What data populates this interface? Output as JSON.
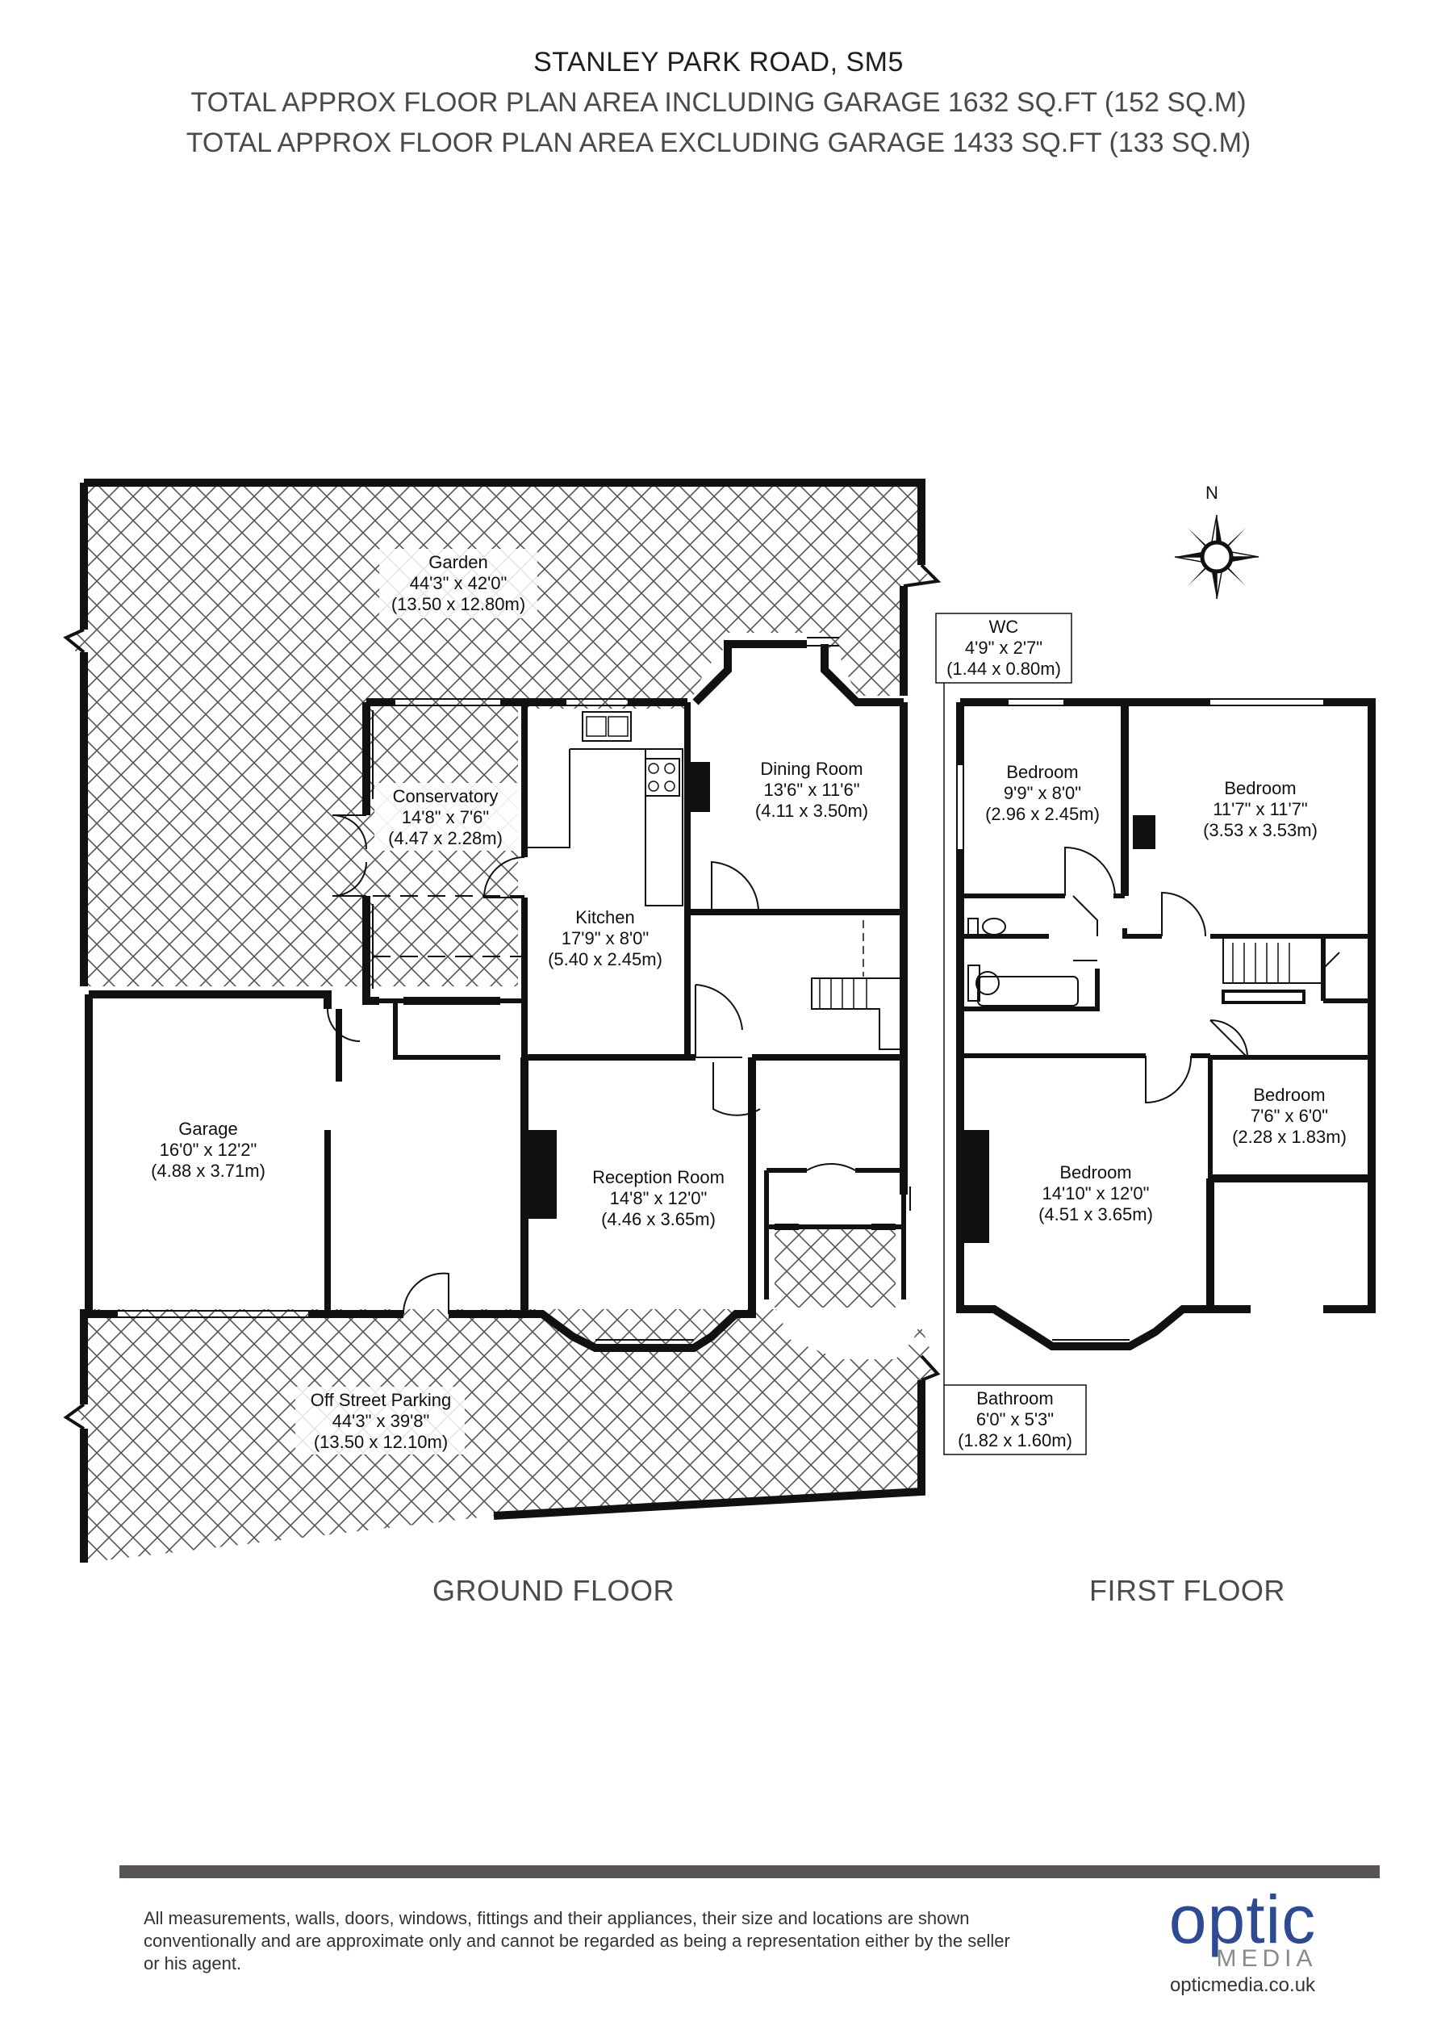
{
  "header": {
    "address": "STANLEY PARK ROAD, SM5",
    "area_including": "TOTAL APPROX FLOOR PLAN AREA INCLUDING GARAGE 1632 SQ.FT (152 SQ.M)",
    "area_excluding": "TOTAL APPROX FLOOR PLAN AREA EXCLUDING GARAGE 1433 SQ.FT (133 SQ.M)"
  },
  "compass": {
    "north": "N"
  },
  "rooms": {
    "garden": {
      "name": "Garden",
      "imperial": "44'3\" x 42'0\"",
      "metric": "(13.50 x 12.80m)"
    },
    "conservatory": {
      "name": "Conservatory",
      "imperial": "14'8\" x 7'6\"",
      "metric": "(4.47 x 2.28m)"
    },
    "kitchen": {
      "name": "Kitchen",
      "imperial": "17'9\" x 8'0\"",
      "metric": "(5.40 x 2.45m)"
    },
    "dining": {
      "name": "Dining Room",
      "imperial": "13'6\" x 11'6\"",
      "metric": "(4.11 x 3.50m)"
    },
    "garage": {
      "name": "Garage",
      "imperial": "16'0\" x 12'2\"",
      "metric": "(4.88 x 3.71m)"
    },
    "reception": {
      "name": "Reception Room",
      "imperial": "14'8\" x 12'0\"",
      "metric": "(4.46 x 3.65m)"
    },
    "parking": {
      "name": "Off Street Parking",
      "imperial": "44'3\" x 39'8\"",
      "metric": "(13.50 x 12.10m)"
    },
    "wc": {
      "name": "WC",
      "imperial": "4'9\" x 2'7\"",
      "metric": "(1.44 x 0.80m)"
    },
    "bedroom2": {
      "name": "Bedroom",
      "imperial": "9'9\" x 8'0\"",
      "metric": "(2.96 x 2.45m)"
    },
    "bedroom3": {
      "name": "Bedroom",
      "imperial": "11'7\" x 11'7\"",
      "metric": "(3.53 x 3.53m)"
    },
    "bedroom4": {
      "name": "Bedroom",
      "imperial": "7'6\" x 6'0\"",
      "metric": "(2.28 x 1.83m)"
    },
    "bedroom1": {
      "name": "Bedroom",
      "imperial": "14'10\" x 12'0\"",
      "metric": "(4.51 x 3.65m)"
    },
    "bathroom": {
      "name": "Bathroom",
      "imperial": "6'0\" x 5'3\"",
      "metric": "(1.82 x 1.60m)"
    }
  },
  "floors": {
    "ground": "GROUND FLOOR",
    "first": "FIRST FLOOR"
  },
  "footer": {
    "disclaimer": "All measurements, walls, doors, windows, fittings and their appliances, their size and locations are shown conventionally and are approximate only and cannot be regarded as being a representation either by the seller or his agent.",
    "logo_word": "optic",
    "logo_sub": "MEDIA",
    "url": "opticmedia.co.uk"
  },
  "colors": {
    "wall": "#111111",
    "hatch": "#555555",
    "brand": "#2e4a93",
    "bar": "#5a5552"
  }
}
